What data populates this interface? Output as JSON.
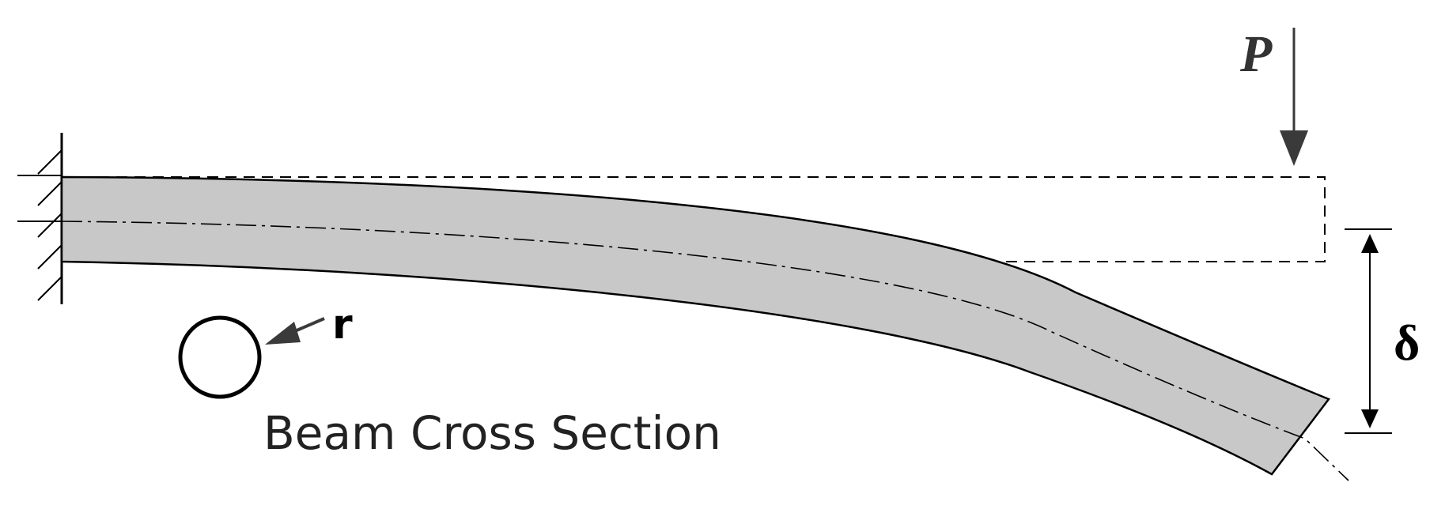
{
  "labels": {
    "load": "P",
    "deflection": "δ",
    "radius": "r",
    "cross_section": "Beam Cross Section"
  },
  "colors": {
    "beam_fill": "#c8c8c8",
    "stroke": "#000000",
    "arrow": "#3a3a3a",
    "background": "#ffffff"
  },
  "elements": {
    "support": "fixed-wall-support",
    "undeformed_beam": "dashed-outline",
    "centerline": "dash-dot-line",
    "cross_section_shape": "circle"
  }
}
